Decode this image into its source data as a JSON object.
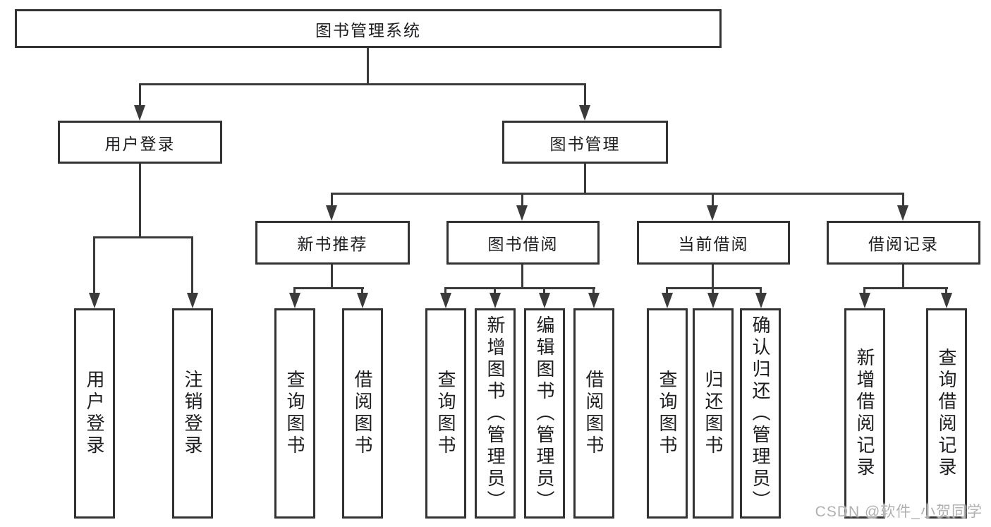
{
  "diagram": {
    "tree": {
      "root": {
        "label": "图书管理系统"
      },
      "children": [
        {
          "label": "用户登录",
          "children": [
            {
              "label": "用户登录"
            },
            {
              "label": "注销登录"
            }
          ]
        },
        {
          "label": "图书管理",
          "children": [
            {
              "label": "新书推荐",
              "children": [
                {
                  "label": "查询图书"
                },
                {
                  "label": "借阅图书"
                }
              ]
            },
            {
              "label": "图书借阅",
              "children": [
                {
                  "label": "查询图书"
                },
                {
                  "label": "新增图书（管理员）"
                },
                {
                  "label": "编辑图书（管理员）"
                },
                {
                  "label": "借阅图书"
                }
              ]
            },
            {
              "label": "当前借阅",
              "children": [
                {
                  "label": "查询图书"
                },
                {
                  "label": "归还图书"
                },
                {
                  "label": "确认归还（管理员）"
                }
              ]
            },
            {
              "label": "借阅记录",
              "children": [
                {
                  "label": "新增借阅记录"
                },
                {
                  "label": "查询借阅记录"
                }
              ]
            }
          ]
        }
      ]
    },
    "watermark": {
      "text": "CSDN @软件_小贺同学"
    },
    "colors": {
      "line": "#3a3a3a",
      "border": "#333333",
      "text": "#1d1d1f",
      "watermark": "#b0b0b0",
      "background": "#ffffff"
    }
  }
}
